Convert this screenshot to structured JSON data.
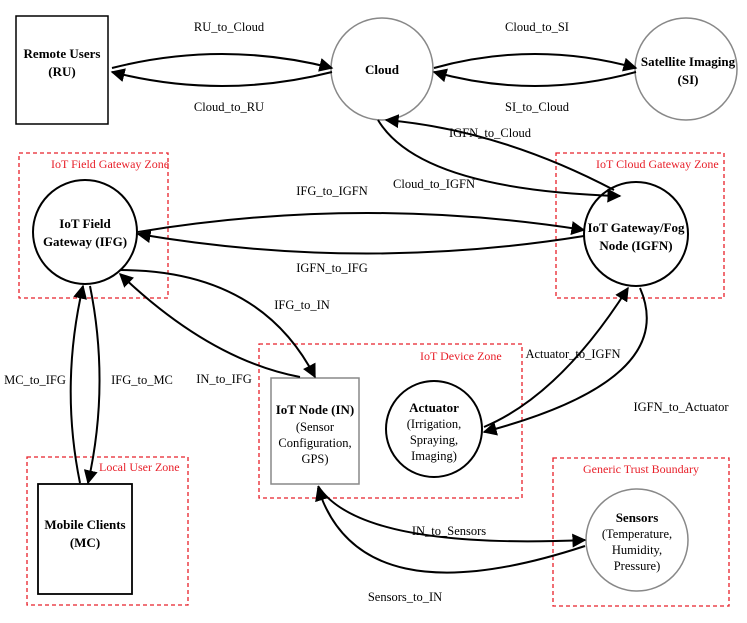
{
  "nodes": {
    "ru": {
      "title_line1": "Remote Users",
      "title_line2": "(RU)"
    },
    "cloud": {
      "title": "Cloud"
    },
    "si": {
      "title_line1": "Satellite Imaging",
      "title_line2": "(SI)"
    },
    "ifg": {
      "title_line1": "IoT Field",
      "title_line2": "Gateway (IFG)"
    },
    "igfn": {
      "title_line1": "IoT Gateway/Fog",
      "title_line2": "Node (IGFN)"
    },
    "in": {
      "title": "IoT Node (IN)",
      "sub1": "(Sensor",
      "sub2": "Configuration,",
      "sub3": "GPS)"
    },
    "actuator": {
      "title": "Actuator",
      "sub1": "(Irrigation,",
      "sub2": "Spraying,",
      "sub3": "Imaging)"
    },
    "mc": {
      "title_line1": "Mobile Clients",
      "title_line2": "(MC)"
    },
    "sensors": {
      "title": "Sensors",
      "sub1": "(Temperature,",
      "sub2": "Humidity,",
      "sub3": "Pressure)"
    }
  },
  "zones": {
    "field_gateway": "IoT Field Gateway Zone",
    "cloud_gateway": "IoT Cloud Gateway Zone",
    "device": "IoT Device Zone",
    "local_user": "Local User Zone",
    "generic_trust": "Generic  Trust Boundary"
  },
  "edges": {
    "ru_to_cloud": "RU_to_Cloud",
    "cloud_to_ru": "Cloud_to_RU",
    "cloud_to_si": "Cloud_to_SI",
    "si_to_cloud": "SI_to_Cloud",
    "igfn_to_cloud": "IGFN_to_Cloud",
    "cloud_to_igfn": "Cloud_to_IGFN",
    "ifg_to_igfn": "IFG_to_IGFN",
    "igfn_to_ifg": "IGFN_to_IFG",
    "ifg_to_in": "IFG_to_IN",
    "in_to_ifg": "IN_to_IFG",
    "mc_to_ifg": "MC_to_IFG",
    "ifg_to_mc": "IFG_to_MC",
    "actuator_to_igfn": "Actuator_to_IGFN",
    "igfn_to_actuator": "IGFN_to_Actuator",
    "in_to_sensors": "IN_to_Sensors",
    "sensors_to_in": "Sensors_to_IN"
  },
  "colors": {
    "trust_boundary": "#e8202a",
    "process_stroke": "#000000",
    "external_stroke": "#888888"
  }
}
